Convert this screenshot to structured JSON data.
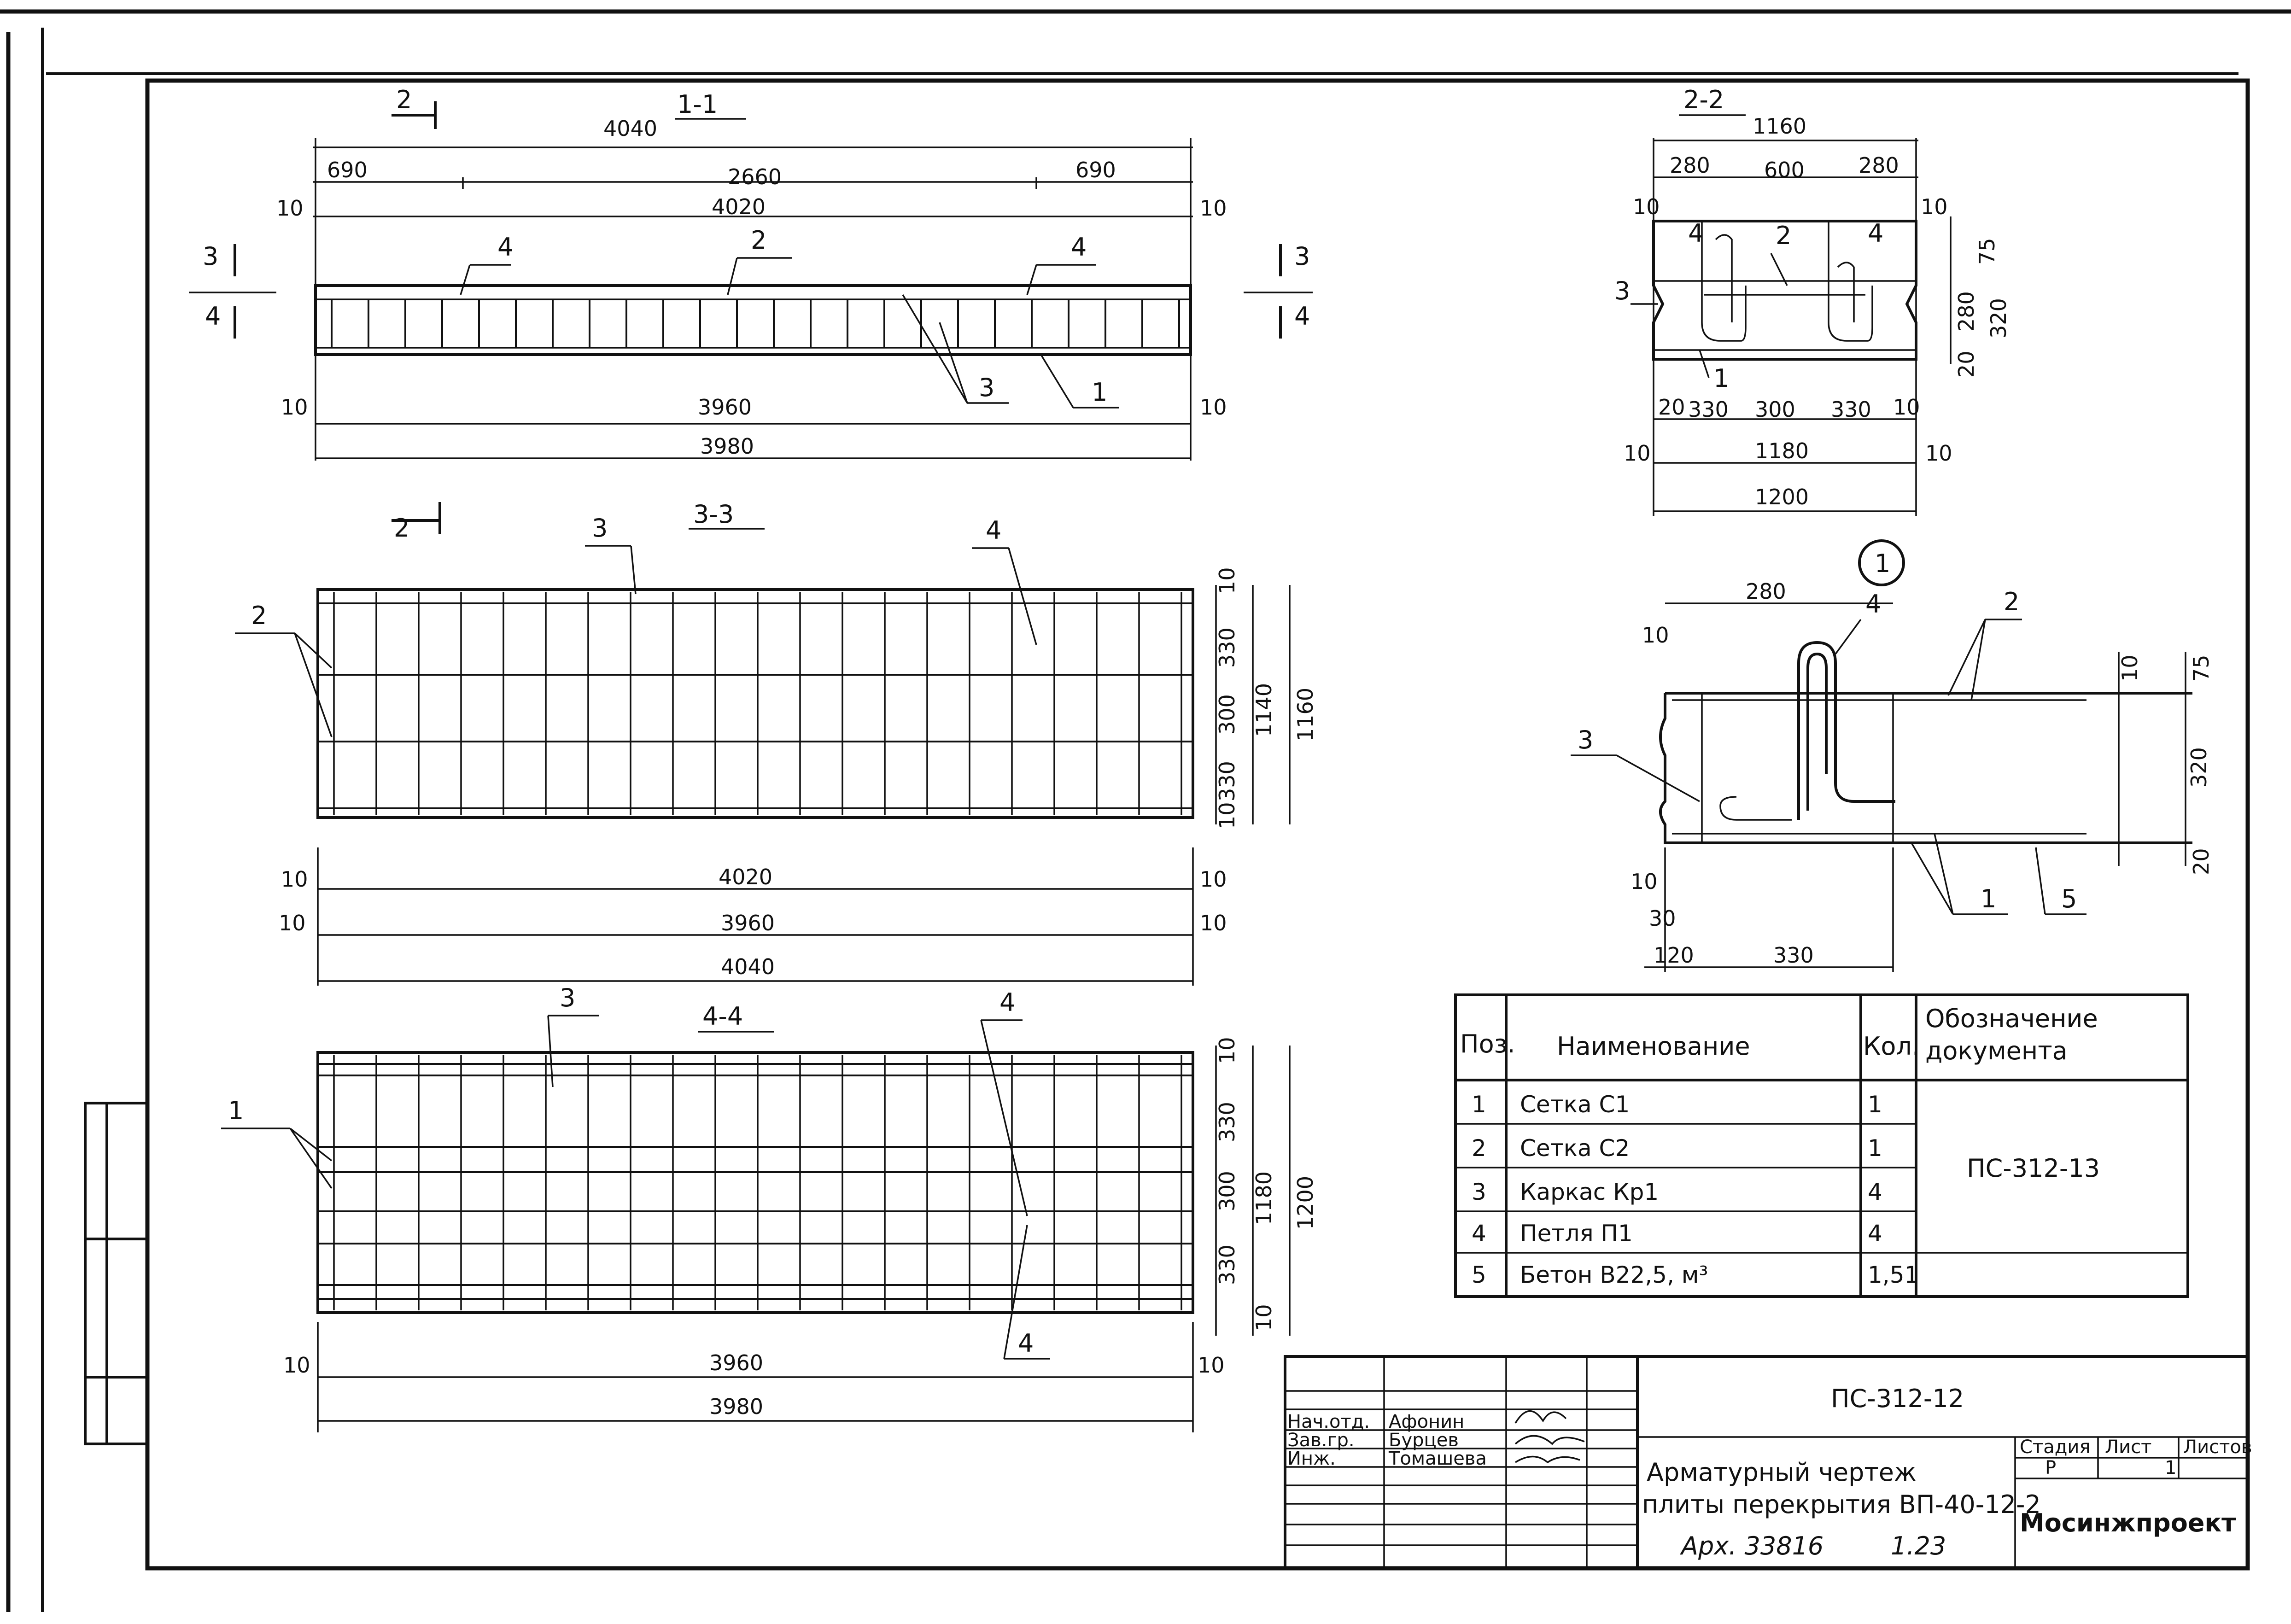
{
  "drawing": {
    "section_labels": {
      "s11": "1-1",
      "s22": "2-2",
      "s33": "3-3",
      "s44": "4-4",
      "node": "1",
      "cut2": "2",
      "cut3": "3",
      "cut4": "4"
    },
    "view_11": {
      "dims": [
        "4040",
        "690",
        "2660",
        "690",
        "4020",
        "10",
        "10",
        "3960",
        "10",
        "10",
        "3980"
      ],
      "callouts": [
        "4",
        "2",
        "4",
        "3",
        "1"
      ]
    },
    "view_22": {
      "dims": [
        "1160",
        "280",
        "600",
        "280",
        "10",
        "10",
        "75",
        "280",
        "320",
        "20",
        "20",
        "330",
        "300",
        "330",
        "10",
        "10",
        "1180",
        "10",
        "1200"
      ],
      "callouts": [
        "4",
        "2",
        "4",
        "3",
        "1"
      ]
    },
    "view_33": {
      "dims": [
        "10",
        "330",
        "300",
        "330",
        "10",
        "1140",
        "1160",
        "10",
        "4020",
        "10",
        "10",
        "3960",
        "10",
        "4040"
      ],
      "callouts": [
        "2",
        "3",
        "4"
      ]
    },
    "view_44": {
      "dims": [
        "10",
        "330",
        "300",
        "330",
        "10",
        "1180",
        "1200",
        "10",
        "3960",
        "10",
        "3980"
      ],
      "callouts": [
        "1",
        "3",
        "4",
        "4"
      ]
    },
    "detail_1": {
      "dims": [
        "280",
        "10",
        "10",
        "75",
        "320",
        "20",
        "10",
        "30",
        "120",
        "330"
      ],
      "callouts": [
        "4",
        "2",
        "3",
        "1",
        "5"
      ]
    }
  },
  "spec_table": {
    "headers": [
      "Поз.",
      "Наименование",
      "Кол.",
      "Обозначение документа"
    ],
    "rows": [
      {
        "pos": "1",
        "name": "Сетка С1",
        "qty": "1"
      },
      {
        "pos": "2",
        "name": "Сетка С2",
        "qty": "1"
      },
      {
        "pos": "3",
        "name": "Каркас Кр1",
        "qty": "4"
      },
      {
        "pos": "4",
        "name": "Петля П1",
        "qty": "4"
      },
      {
        "pos": "5",
        "name": "Бетон В22,5, м³",
        "qty": "1,51"
      }
    ],
    "document": "ПС-312-13"
  },
  "title_block": {
    "code": "ПС-312-12",
    "roles": [
      "Нач.отд.",
      "Зав.гр.",
      "Инж."
    ],
    "names": [
      "Афонин",
      "Бурцев",
      "Томашева"
    ],
    "title_line1": "Арматурный чертеж",
    "title_line2": "плиты перекрытия ВП-40-12-2",
    "archive": "Арх. 33816",
    "sheet_ref": "1.23",
    "col_stage": "Стадия",
    "col_sheet": "Лист",
    "col_sheets": "Листов",
    "stage": "Р",
    "sheet": "1",
    "org": "Мосинжпроект"
  },
  "colors": {
    "ink": "#111111",
    "paper": "#ffffff"
  }
}
